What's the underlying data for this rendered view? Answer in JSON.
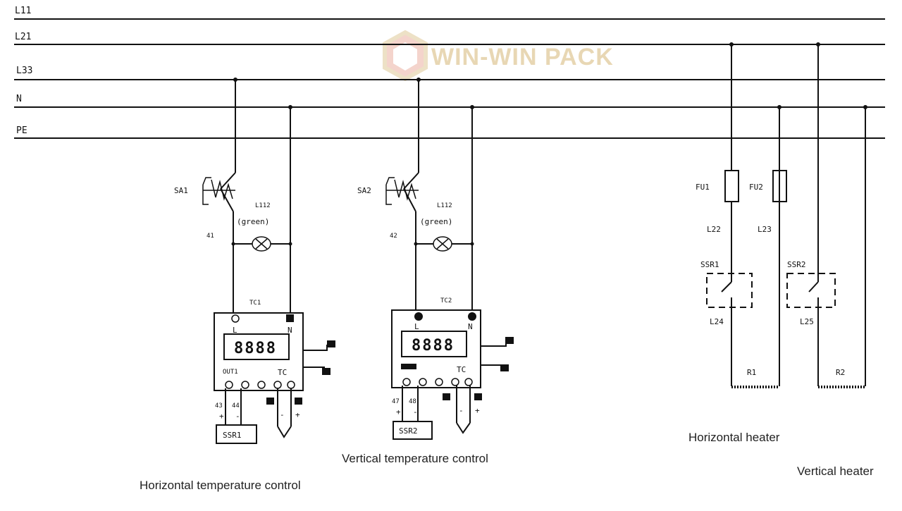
{
  "watermark": {
    "text": "WIN-WIN PACK"
  },
  "buses": {
    "l11": "L11",
    "l21": "L21",
    "l33": "L33",
    "n": "N",
    "pe": "PE"
  },
  "horizontal_control": {
    "switch_label": "SA1",
    "lamp_code": "L112",
    "lamp_color": "(green)",
    "wire_label": "41",
    "controller_label": "TC1",
    "terminal_l": "L",
    "terminal_n": "N",
    "display": "8888",
    "out_label": "OUT1",
    "tc_label": "TC",
    "wire_plus": "43",
    "wire_minus": "44",
    "plus_sign": "+",
    "minus_sign": "-",
    "ssr_box": "SSR1",
    "caption": "Horizontal temperature control"
  },
  "vertical_control": {
    "switch_label": "SA2",
    "lamp_code": "L112",
    "lamp_color": "(green)",
    "wire_label": "42",
    "controller_label": "TC2",
    "terminal_l": "L",
    "terminal_n": "N",
    "display": "8888",
    "tc_label": "TC",
    "wire_plus": "47",
    "wire_minus": "48",
    "plus_sign": "+",
    "minus_sign": "-",
    "ssr_box": "SSR2",
    "caption": "Vertical temperature control"
  },
  "horizontal_heater": {
    "fuse": "FU1",
    "wire_in": "L22",
    "relay": "SSR1",
    "wire_out": "L24",
    "load": "R1",
    "caption": "Horizontal heater"
  },
  "vertical_heater": {
    "fuse": "FU2",
    "wire_in": "L23",
    "relay": "SSR2",
    "wire_out": "L25",
    "load": "R2",
    "caption": "Vertical heater"
  }
}
